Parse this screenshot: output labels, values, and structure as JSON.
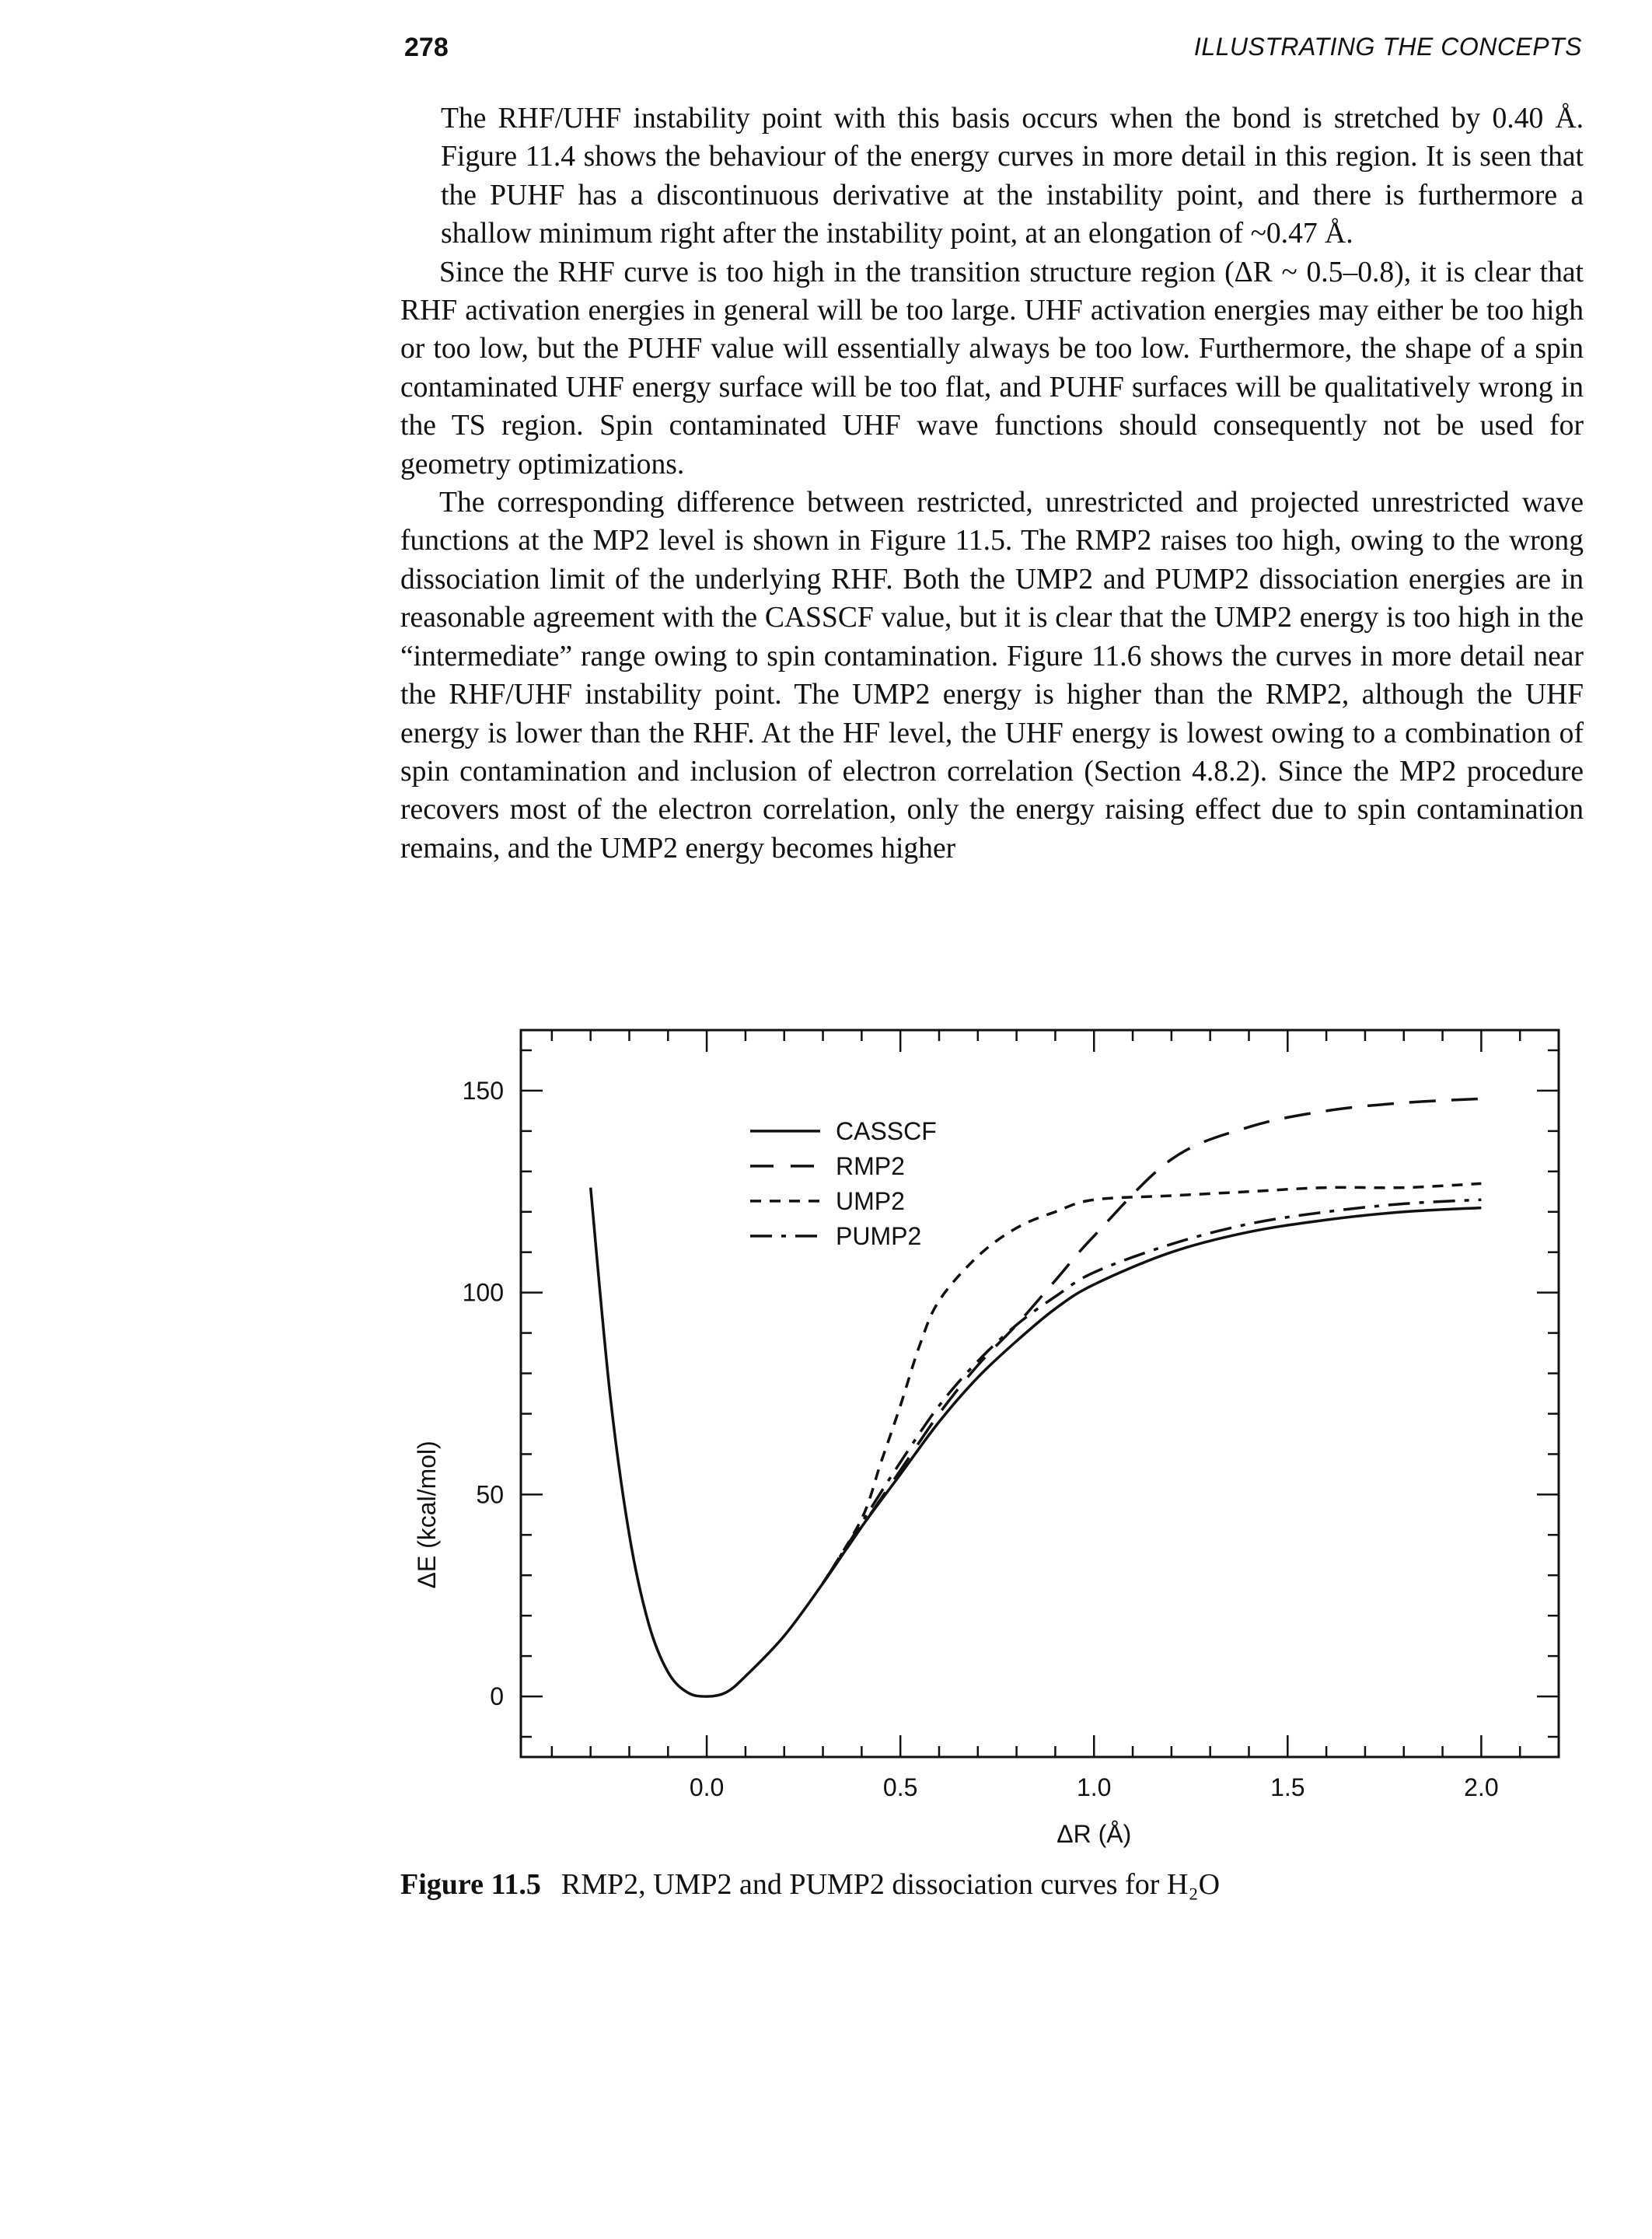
{
  "header": {
    "page_number": "278",
    "running_head": "ILLUSTRATING THE CONCEPTS"
  },
  "paragraphs": [
    "The RHF/UHF instability point with this basis occurs when the bond is stretched by 0.40 Å. Figure 11.4 shows the behaviour of the energy curves in more detail in this region. It is seen that the PUHF has a discontinuous derivative at the instability point, and there is furthermore a shallow minimum right after the instability point, at an elongation of ~0.47 Å.",
    "Since the RHF curve is too high in the transition structure region (ΔR ~ 0.5–0.8), it is clear that RHF activation energies in general will be too large. UHF activation energies may either be too high or too low, but the PUHF value will essentially always be too low. Furthermore, the shape of a spin contaminated UHF energy surface will be too flat, and PUHF surfaces will be qualitatively wrong in the TS region. Spin contaminated UHF wave functions should consequently not be used for geometry optimizations.",
    "The corresponding difference between restricted, unrestricted and projected unrestricted wave functions at the MP2 level is shown in Figure 11.5. The RMP2 raises too high, owing to the wrong dissociation limit of the underlying RHF. Both the UMP2 and PUMP2 dissociation energies are in reasonable agreement with the CASSCF value, but it is clear that the UMP2 energy is too high in the “intermediate” range owing to spin contamination. Figure 11.6 shows the curves in more detail near the RHF/UHF instability point. The UMP2 energy is higher than the RMP2, although the UHF energy is lower than the RHF. At the HF level, the UHF energy is lowest owing to a combination of spin contamination and inclusion of electron correlation (Section 4.8.2). Since the MP2 procedure recovers most of the electron correlation, only the energy raising effect due to spin contamination remains, and the UMP2 energy becomes higher"
  ],
  "figure": {
    "caption_label": "Figure 11.5",
    "caption_text": "RMP2, UMP2 and PUMP2 dissociation curves for H₂O"
  },
  "chart_data": {
    "type": "line",
    "title": "",
    "xlabel": "ΔR (Å)",
    "ylabel": "ΔE (kcal/mol)",
    "xlim": [
      -0.48,
      2.2
    ],
    "ylim": [
      -15,
      165
    ],
    "x_ticks": [
      0.0,
      0.5,
      1.0,
      1.5,
      2.0
    ],
    "x_tick_labels": [
      "0.0",
      "0.5",
      "1.0",
      "1.5",
      "2.0"
    ],
    "y_ticks": [
      0,
      50,
      100,
      150
    ],
    "y_tick_labels": [
      "0",
      "50",
      "100",
      "150"
    ],
    "grid": false,
    "legend_position": "top-left",
    "series": [
      {
        "name": "CASSCF",
        "style": "solid",
        "x": [
          -0.3,
          -0.25,
          -0.2,
          -0.15,
          -0.1,
          -0.05,
          0.0,
          0.05,
          0.1,
          0.2,
          0.3,
          0.4,
          0.5,
          0.6,
          0.7,
          0.8,
          0.9,
          1.0,
          1.2,
          1.4,
          1.6,
          1.8,
          2.0
        ],
        "y": [
          126,
          75,
          40,
          18,
          6,
          1,
          0,
          1,
          5,
          15,
          28,
          42,
          55,
          68,
          79,
          88,
          96,
          102,
          110,
          115,
          118,
          120,
          121
        ]
      },
      {
        "name": "RMP2",
        "style": "dashed",
        "x": [
          0.3,
          0.4,
          0.5,
          0.6,
          0.7,
          0.8,
          0.9,
          1.0,
          1.2,
          1.4,
          1.6,
          1.8,
          2.0
        ],
        "y": [
          28,
          42,
          56,
          70,
          82,
          92,
          103,
          114,
          133,
          141,
          145,
          147,
          148
        ]
      },
      {
        "name": "UMP2",
        "style": "short-dashed",
        "x": [
          0.3,
          0.4,
          0.45,
          0.5,
          0.55,
          0.6,
          0.7,
          0.8,
          0.9,
          1.0,
          1.2,
          1.4,
          1.6,
          1.8,
          2.0
        ],
        "y": [
          28,
          44,
          58,
          72,
          87,
          98,
          109,
          116,
          120,
          123,
          124,
          125,
          126,
          126,
          127
        ]
      },
      {
        "name": "PUMP2",
        "style": "dash-dot",
        "x": [
          0.3,
          0.4,
          0.5,
          0.6,
          0.7,
          0.8,
          0.9,
          1.0,
          1.2,
          1.4,
          1.6,
          1.8,
          2.0
        ],
        "y": [
          28,
          43,
          58,
          72,
          83,
          92,
          99,
          105,
          112,
          117,
          120,
          122,
          123
        ]
      }
    ]
  }
}
